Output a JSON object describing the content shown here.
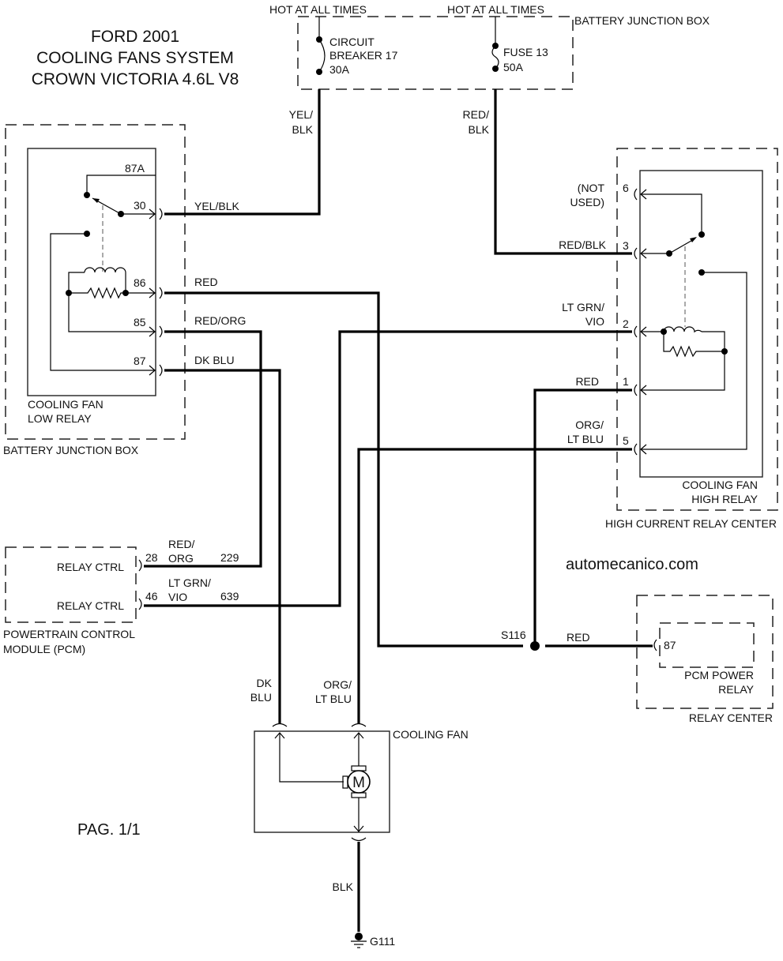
{
  "title": {
    "line1": "FORD 2001",
    "line2": "COOLING FANS SYSTEM",
    "line3": "CROWN VICTORIA 4.6L V8"
  },
  "page_label": "PAG. 1/1",
  "watermark": "automecanico.com",
  "battery_junction_box_top": {
    "label": "BATTERY JUNCTION BOX",
    "hot_label_1": "HOT AT ALL TIMES",
    "hot_label_2": "HOT AT ALL TIMES",
    "circuit_breaker": {
      "line1": "CIRCUIT",
      "line2": "BREAKER 17",
      "rating": "30A"
    },
    "fuse": {
      "name": "FUSE 13",
      "rating": "50A"
    }
  },
  "low_relay": {
    "name_line1": "COOLING FAN",
    "name_line2": "LOW RELAY",
    "enclosure": "BATTERY JUNCTION BOX",
    "pins": [
      "87A",
      "30",
      "86",
      "85",
      "87"
    ]
  },
  "high_relay": {
    "name_line1": "COOLING FAN",
    "name_line2": "HIGH RELAY",
    "enclosure": "HIGH CURRENT RELAY CENTER",
    "pins": [
      "6",
      "3",
      "2",
      "1",
      "5"
    ],
    "not_used_line1": "(NOT",
    "not_used_line2": "USED)"
  },
  "pcm": {
    "name_line1": "POWERTRAIN CONTROL",
    "name_line2": "MODULE (PCM)",
    "ctrl_1": "RELAY CTRL",
    "ctrl_2": "RELAY CTRL",
    "pin_1": "28",
    "pin_2": "46",
    "circuit_1": "229",
    "circuit_2": "639"
  },
  "relay_center": {
    "label": "RELAY CENTER",
    "relay_line1": "PCM POWER",
    "relay_line2": "RELAY",
    "pin": "87"
  },
  "fan": {
    "label": "COOLING FAN",
    "motor_symbol": "M",
    "ground": "G111"
  },
  "splice": "S116",
  "wires": {
    "yel_blk_v1": "YEL/",
    "yel_blk_v2": "BLK",
    "yel_blk_h": "YEL/BLK",
    "red_blk_v1": "RED/",
    "red_blk_v2": "BLK",
    "red_blk_h": "RED/BLK",
    "red_86": "RED",
    "red_org": "RED/ORG",
    "dk_blu": "DK BLU",
    "ltgrn_vio_1": "LT GRN/",
    "ltgrn_vio_2": "VIO",
    "red_1": "RED",
    "org_ltblu_1": "ORG/",
    "org_ltblu_2": "LT BLU",
    "pcm_red_org_1": "RED/",
    "pcm_red_org_2": "ORG",
    "pcm_ltgrn_1": "LT GRN/",
    "pcm_ltgrn_2": "VIO",
    "red_s116": "RED",
    "fan_dk_1": "DK",
    "fan_dk_2": "BLU",
    "fan_org_1": "ORG/",
    "fan_org_2": "LT BLU",
    "blk": "BLK"
  }
}
